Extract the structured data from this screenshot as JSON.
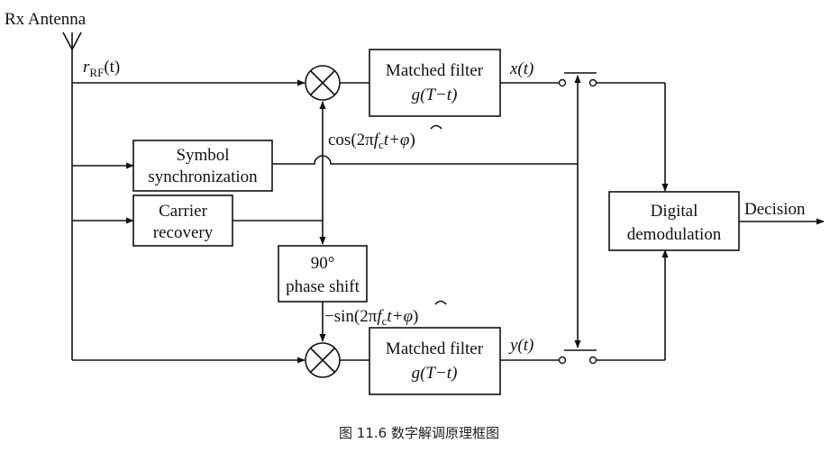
{
  "antenna_label": "Rx Antenna",
  "input_signal": {
    "base": "r",
    "sub": "RF",
    "arg": "(t)"
  },
  "blocks": {
    "mf_top": {
      "line1": "Matched filter",
      "line2": "g(T−t)"
    },
    "mf_bottom": {
      "line1": "Matched filter",
      "line2": "g(T−t)"
    },
    "symbol_sync": {
      "line1": "Symbol",
      "line2": "synchronization"
    },
    "carrier_recovery": {
      "line1": "Carrier",
      "line2": "recovery"
    },
    "phase_shift": {
      "line1": "90°",
      "line2": "phase shift"
    },
    "digital_demod": {
      "line1": "Digital",
      "line2": "demodulation"
    }
  },
  "signals": {
    "x_out": "x(t)",
    "y_out": "y(t)",
    "cos_ref": {
      "pre": "cos(2π",
      "f": "f",
      "sub": "c",
      "post": "t+",
      "phi": "φ",
      "close": ")"
    },
    "sin_ref": {
      "pre": "−sin(2π",
      "f": "f",
      "sub": "c",
      "post": "t+",
      "phi": "φ",
      "close": ")"
    }
  },
  "output_label": "Decision",
  "caption": "图 11.6 数字解调原理框图"
}
